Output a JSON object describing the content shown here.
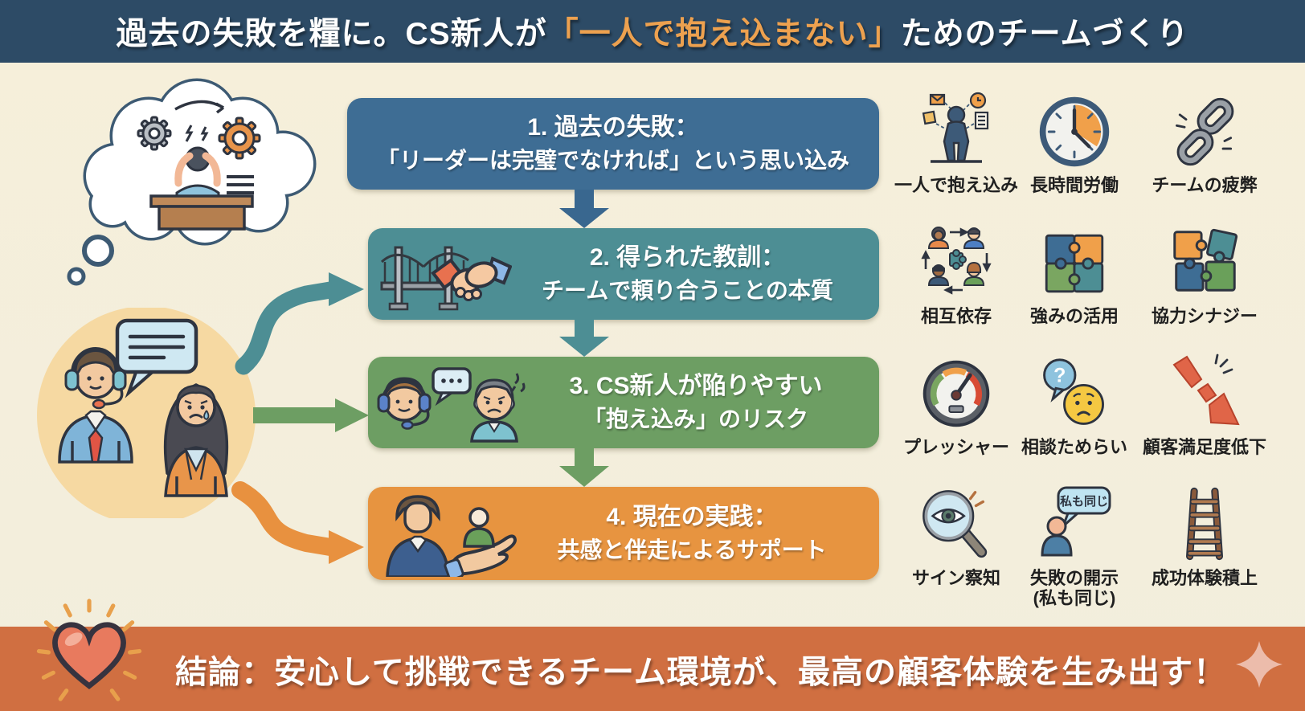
{
  "header": {
    "title_prefix": "過去の失敗を糧に。CS新人が",
    "title_highlight": "「一人で抱え込まない」",
    "title_suffix": "ためのチームづくり",
    "bg_color": "#2d4b66",
    "highlight_color": "#eda14f"
  },
  "flow": {
    "steps": [
      {
        "line1": "1. 過去の失敗：",
        "line2": "「リーダーは完璧でなければ」という思い込み",
        "color": "#3e6d94"
      },
      {
        "line1": "2. 得られた教訓：",
        "line2": "チームで頼り合うことの本質",
        "color": "#4d8e94"
      },
      {
        "line1": "3. CS新人が陥りやすい",
        "line2": "「抱え込み」のリスク",
        "color": "#6d9e63"
      },
      {
        "line1": "4. 現在の実践：",
        "line2": "共感と伴走によるサポート",
        "color": "#e79440"
      }
    ]
  },
  "icon_grid": {
    "rows": [
      {
        "items": [
          {
            "icon": "overwhelmed-person-icon",
            "label": "一人で抱え込み"
          },
          {
            "icon": "long-hours-clock-icon",
            "label": "長時間労働"
          },
          {
            "icon": "broken-chain-icon",
            "label": "チームの疲弊"
          }
        ]
      },
      {
        "items": [
          {
            "icon": "interdependence-icon",
            "label": "相互依存"
          },
          {
            "icon": "puzzle-grid-icon",
            "label": "強みの活用"
          },
          {
            "icon": "puzzle-synergy-icon",
            "label": "協力シナジー"
          }
        ]
      },
      {
        "items": [
          {
            "icon": "pressure-gauge-icon",
            "label": "プレッシャー"
          },
          {
            "icon": "hesitant-consult-icon",
            "label": "相談ためらい"
          },
          {
            "icon": "satisfaction-drop-icon",
            "label": "顧客満足度低下"
          }
        ]
      },
      {
        "items": [
          {
            "icon": "magnifier-eye-icon",
            "label": "サイン察知"
          },
          {
            "icon": "self-disclosure-icon",
            "label": "失敗の開示",
            "label2": "(私も同じ)"
          },
          {
            "icon": "success-ladder-icon",
            "label": "成功体験積上"
          }
        ]
      }
    ]
  },
  "illustrations": {
    "disclosure_bubble_text": "私も同じ",
    "question_mark": "?"
  },
  "footer": {
    "text": "結論：安心して挑戦できるチーム環境が、最高の顧客体験を生み出す！",
    "bg_color": "#d06f41"
  }
}
